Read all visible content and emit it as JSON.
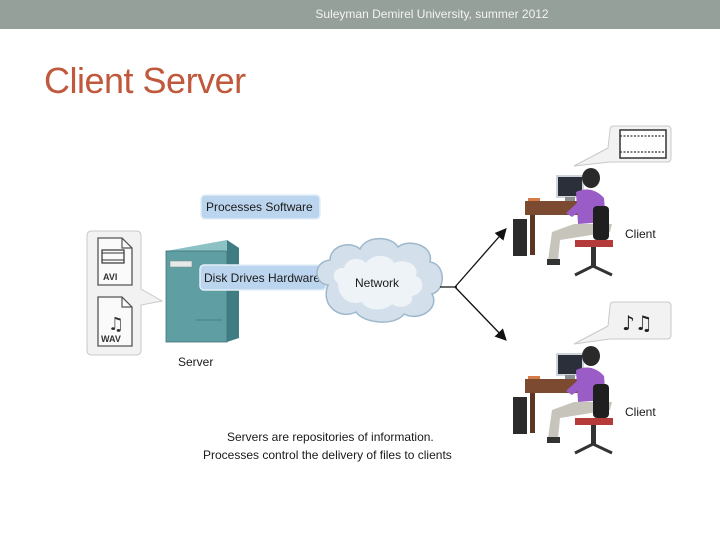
{
  "header": {
    "text": "Suleyman Demirel University, summer 2012"
  },
  "slide": {
    "title": "Client Server"
  },
  "diagram": {
    "processes_label": "Processes Software",
    "disk_label": "Disk Drives Hardware",
    "network_label": "Network",
    "server_label": "Server",
    "client_top_label": "Client",
    "client_bottom_label": "Client",
    "avi_label": "AVI",
    "wav_label": "WAV",
    "caption_line1": "Servers are repositories of information.",
    "caption_line2": "Processes control the delivery of files to clients"
  },
  "colors": {
    "title": "#c0583c",
    "topbar": "#96a09a",
    "server_body": "#5f9fa3",
    "label_box": "#bcd5ee",
    "shirt": "#9a5cc6"
  }
}
